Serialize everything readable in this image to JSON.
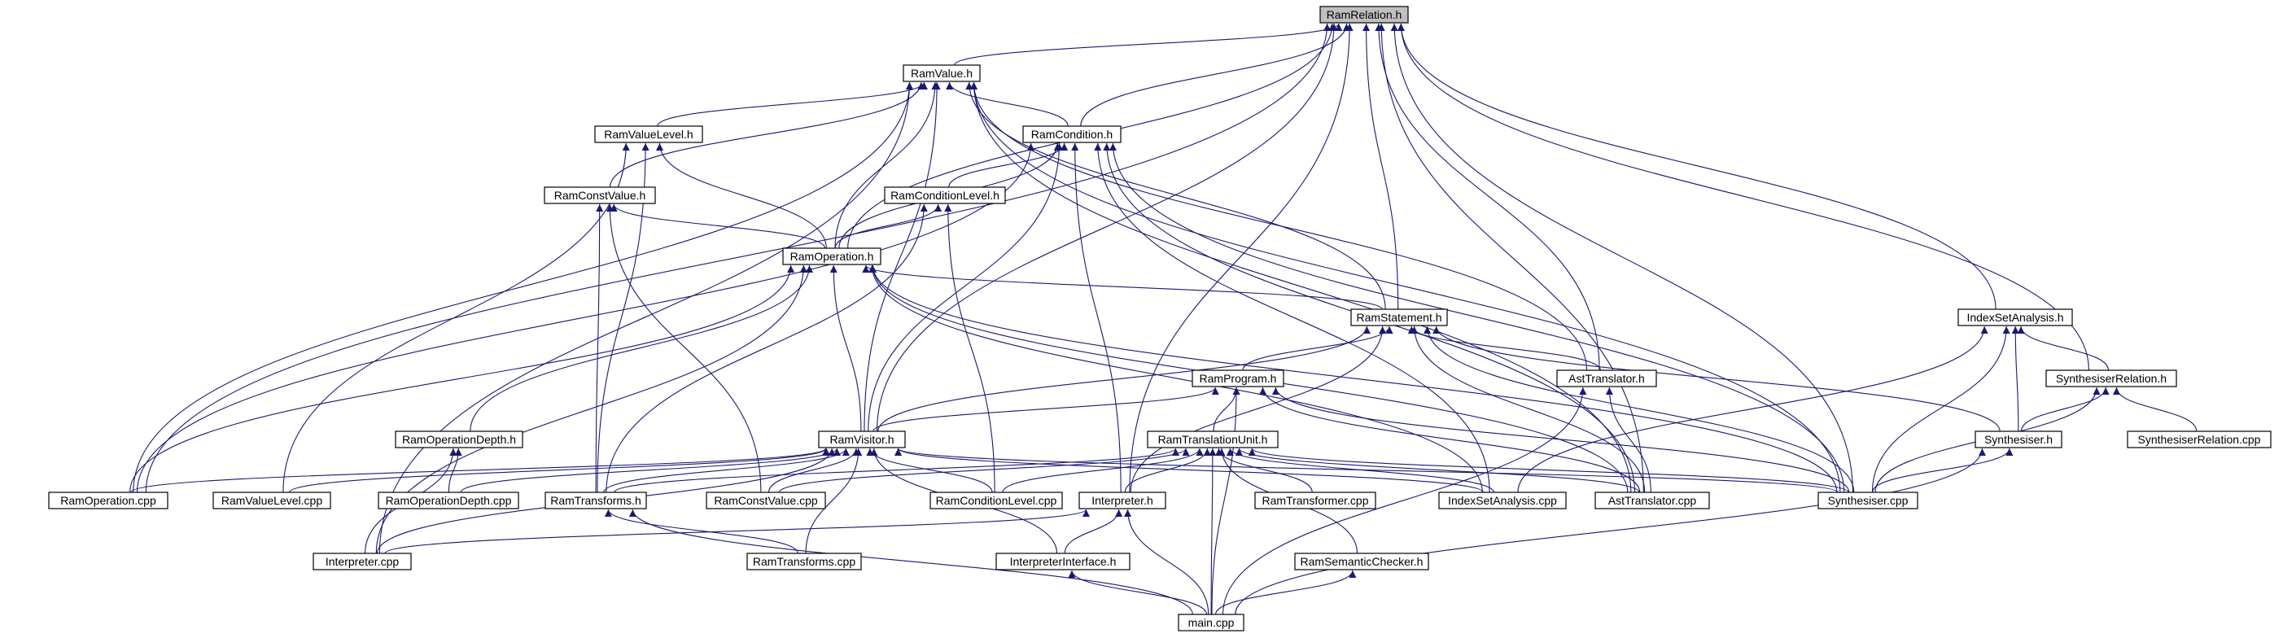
{
  "diagram": {
    "edge_color": "#191970",
    "root_fill": "#bfbfbf",
    "node_fill": "#ffffff",
    "nodes": [
      {
        "id": "RamRelation.h",
        "label": "RamRelation.h",
        "root": true
      },
      {
        "id": "RamValue.h",
        "label": "RamValue.h"
      },
      {
        "id": "RamValueLevel.h",
        "label": "RamValueLevel.h"
      },
      {
        "id": "RamCondition.h",
        "label": "RamCondition.h"
      },
      {
        "id": "RamConstValue.h",
        "label": "RamConstValue.h"
      },
      {
        "id": "RamConditionLevel.h",
        "label": "RamConditionLevel.h"
      },
      {
        "id": "RamOperation.h",
        "label": "RamOperation.h"
      },
      {
        "id": "RamStatement.h",
        "label": "RamStatement.h"
      },
      {
        "id": "IndexSetAnalysis.h",
        "label": "IndexSetAnalysis.h"
      },
      {
        "id": "RamProgram.h",
        "label": "RamProgram.h"
      },
      {
        "id": "AstTranslator.h",
        "label": "AstTranslator.h"
      },
      {
        "id": "SynthesiserRelation.h",
        "label": "SynthesiserRelation.h"
      },
      {
        "id": "RamOperationDepth.h",
        "label": "RamOperationDepth.h"
      },
      {
        "id": "RamVisitor.h",
        "label": "RamVisitor.h"
      },
      {
        "id": "RamTranslationUnit.h",
        "label": "RamTranslationUnit.h"
      },
      {
        "id": "Synthesiser.h",
        "label": "Synthesiser.h"
      },
      {
        "id": "SynthesiserRelation.cpp",
        "label": "SynthesiserRelation.cpp"
      },
      {
        "id": "RamOperation.cpp",
        "label": "RamOperation.cpp"
      },
      {
        "id": "RamValueLevel.cpp",
        "label": "RamValueLevel.cpp"
      },
      {
        "id": "RamOperationDepth.cpp",
        "label": "RamOperationDepth.cpp"
      },
      {
        "id": "RamTransforms.h",
        "label": "RamTransforms.h"
      },
      {
        "id": "RamConstValue.cpp",
        "label": "RamConstValue.cpp"
      },
      {
        "id": "RamConditionLevel.cpp",
        "label": "RamConditionLevel.cpp"
      },
      {
        "id": "Interpreter.h",
        "label": "Interpreter.h"
      },
      {
        "id": "RamTransformer.cpp",
        "label": "RamTransformer.cpp"
      },
      {
        "id": "IndexSetAnalysis.cpp",
        "label": "IndexSetAnalysis.cpp"
      },
      {
        "id": "AstTranslator.cpp",
        "label": "AstTranslator.cpp"
      },
      {
        "id": "Synthesiser.cpp",
        "label": "Synthesiser.cpp"
      },
      {
        "id": "Interpreter.cpp",
        "label": "Interpreter.cpp"
      },
      {
        "id": "RamTransforms.cpp",
        "label": "RamTransforms.cpp"
      },
      {
        "id": "InterpreterInterface.h",
        "label": "InterpreterInterface.h"
      },
      {
        "id": "RamSemanticChecker.h",
        "label": "RamSemanticChecker.h"
      },
      {
        "id": "main.cpp",
        "label": "main.cpp"
      }
    ],
    "edges": [
      [
        "RamValue.h",
        "RamRelation.h"
      ],
      [
        "RamCondition.h",
        "RamRelation.h"
      ],
      [
        "RamOperation.h",
        "RamRelation.h"
      ],
      [
        "RamStatement.h",
        "RamRelation.h"
      ],
      [
        "IndexSetAnalysis.h",
        "RamRelation.h"
      ],
      [
        "AstTranslator.h",
        "RamRelation.h"
      ],
      [
        "SynthesiserRelation.h",
        "RamRelation.h"
      ],
      [
        "RamVisitor.h",
        "RamRelation.h"
      ],
      [
        "Interpreter.h",
        "RamRelation.h"
      ],
      [
        "RamOperation.cpp",
        "RamRelation.h"
      ],
      [
        "AstTranslator.cpp",
        "RamRelation.h"
      ],
      [
        "Synthesiser.cpp",
        "RamRelation.h"
      ],
      [
        "RamValueLevel.h",
        "RamValue.h"
      ],
      [
        "RamCondition.h",
        "RamValue.h"
      ],
      [
        "RamConstValue.h",
        "RamValue.h"
      ],
      [
        "RamOperation.h",
        "RamValue.h"
      ],
      [
        "RamStatement.h",
        "RamValue.h"
      ],
      [
        "AstTranslator.h",
        "RamValue.h"
      ],
      [
        "RamVisitor.h",
        "RamValue.h"
      ],
      [
        "RamOperation.cpp",
        "RamValue.h"
      ],
      [
        "Interpreter.cpp",
        "RamValue.h"
      ],
      [
        "AstTranslator.cpp",
        "RamValue.h"
      ],
      [
        "Synthesiser.cpp",
        "RamValue.h"
      ],
      [
        "RamOperation.h",
        "RamValueLevel.h"
      ],
      [
        "RamTransforms.h",
        "RamValueLevel.h"
      ],
      [
        "RamValueLevel.cpp",
        "RamValueLevel.h"
      ],
      [
        "RamConditionLevel.h",
        "RamCondition.h"
      ],
      [
        "RamOperation.h",
        "RamCondition.h"
      ],
      [
        "RamVisitor.h",
        "RamCondition.h"
      ],
      [
        "Interpreter.h",
        "RamCondition.h"
      ],
      [
        "IndexSetAnalysis.cpp",
        "RamCondition.h"
      ],
      [
        "AstTranslator.cpp",
        "RamCondition.h"
      ],
      [
        "Synthesiser.cpp",
        "RamCondition.h"
      ],
      [
        "RamOperation.cpp",
        "RamCondition.h"
      ],
      [
        "RamOperation.h",
        "RamConstValue.h"
      ],
      [
        "RamTransforms.h",
        "RamConstValue.h"
      ],
      [
        "RamConstValue.cpp",
        "RamConstValue.h"
      ],
      [
        "RamOperation.h",
        "RamConditionLevel.h"
      ],
      [
        "RamTransforms.h",
        "RamConditionLevel.h"
      ],
      [
        "RamConditionLevel.cpp",
        "RamConditionLevel.h"
      ],
      [
        "RamStatement.h",
        "RamOperation.h"
      ],
      [
        "RamOperationDepth.h",
        "RamOperation.h"
      ],
      [
        "RamVisitor.h",
        "RamOperation.h"
      ],
      [
        "RamOperation.cpp",
        "RamOperation.h"
      ],
      [
        "Interpreter.cpp",
        "RamOperation.h"
      ],
      [
        "IndexSetAnalysis.cpp",
        "RamOperation.h"
      ],
      [
        "AstTranslator.cpp",
        "RamOperation.h"
      ],
      [
        "Synthesiser.cpp",
        "RamOperation.h"
      ],
      [
        "RamProgram.h",
        "RamStatement.h"
      ],
      [
        "AstTranslator.h",
        "RamStatement.h"
      ],
      [
        "RamVisitor.h",
        "RamStatement.h"
      ],
      [
        "Interpreter.h",
        "RamStatement.h"
      ],
      [
        "Synthesiser.h",
        "RamStatement.h"
      ],
      [
        "AstTranslator.cpp",
        "RamStatement.h"
      ],
      [
        "Synthesiser.cpp",
        "RamStatement.h"
      ],
      [
        "SynthesiserRelation.h",
        "IndexSetAnalysis.h"
      ],
      [
        "Synthesiser.h",
        "IndexSetAnalysis.h"
      ],
      [
        "IndexSetAnalysis.cpp",
        "IndexSetAnalysis.h"
      ],
      [
        "Synthesiser.cpp",
        "IndexSetAnalysis.h"
      ],
      [
        "RamTranslationUnit.h",
        "RamProgram.h"
      ],
      [
        "RamVisitor.h",
        "RamProgram.h"
      ],
      [
        "AstTranslator.cpp",
        "RamProgram.h"
      ],
      [
        "Synthesiser.cpp",
        "RamProgram.h"
      ],
      [
        "main.cpp",
        "RamProgram.h"
      ],
      [
        "AstTranslator.cpp",
        "AstTranslator.h"
      ],
      [
        "main.cpp",
        "AstTranslator.h"
      ],
      [
        "Synthesiser.h",
        "SynthesiserRelation.h"
      ],
      [
        "Synthesiser.cpp",
        "SynthesiserRelation.h"
      ],
      [
        "SynthesiserRelation.cpp",
        "SynthesiserRelation.h"
      ],
      [
        "RamOperationDepth.cpp",
        "RamOperationDepth.h"
      ],
      [
        "Interpreter.cpp",
        "RamOperationDepth.h"
      ],
      [
        "RamOperation.cpp",
        "RamVisitor.h"
      ],
      [
        "RamValueLevel.cpp",
        "RamVisitor.h"
      ],
      [
        "RamOperationDepth.cpp",
        "RamVisitor.h"
      ],
      [
        "RamTransforms.h",
        "RamVisitor.h"
      ],
      [
        "RamConstValue.cpp",
        "RamVisitor.h"
      ],
      [
        "RamConditionLevel.cpp",
        "RamVisitor.h"
      ],
      [
        "RamTransforms.cpp",
        "RamVisitor.h"
      ],
      [
        "Interpreter.cpp",
        "RamVisitor.h"
      ],
      [
        "InterpreterInterface.h",
        "RamVisitor.h"
      ],
      [
        "IndexSetAnalysis.cpp",
        "RamVisitor.h"
      ],
      [
        "Synthesiser.cpp",
        "RamVisitor.h"
      ],
      [
        "RamTransforms.h",
        "RamTranslationUnit.h"
      ],
      [
        "RamConstValue.cpp",
        "RamTranslationUnit.h"
      ],
      [
        "RamConditionLevel.cpp",
        "RamTranslationUnit.h"
      ],
      [
        "Interpreter.h",
        "RamTranslationUnit.h"
      ],
      [
        "RamTransformer.cpp",
        "RamTranslationUnit.h"
      ],
      [
        "IndexSetAnalysis.cpp",
        "RamTranslationUnit.h"
      ],
      [
        "AstTranslator.cpp",
        "RamTranslationUnit.h"
      ],
      [
        "Synthesiser.cpp",
        "RamTranslationUnit.h"
      ],
      [
        "RamSemanticChecker.h",
        "RamTranslationUnit.h"
      ],
      [
        "main.cpp",
        "RamTranslationUnit.h"
      ],
      [
        "Synthesiser.cpp",
        "Synthesiser.h"
      ],
      [
        "main.cpp",
        "Synthesiser.h"
      ],
      [
        "RamTransforms.cpp",
        "RamTransforms.h"
      ],
      [
        "main.cpp",
        "RamTransforms.h"
      ],
      [
        "Interpreter.cpp",
        "Interpreter.h"
      ],
      [
        "InterpreterInterface.h",
        "Interpreter.h"
      ],
      [
        "main.cpp",
        "Interpreter.h"
      ],
      [
        "main.cpp",
        "InterpreterInterface.h"
      ],
      [
        "main.cpp",
        "RamSemanticChecker.h"
      ]
    ]
  }
}
